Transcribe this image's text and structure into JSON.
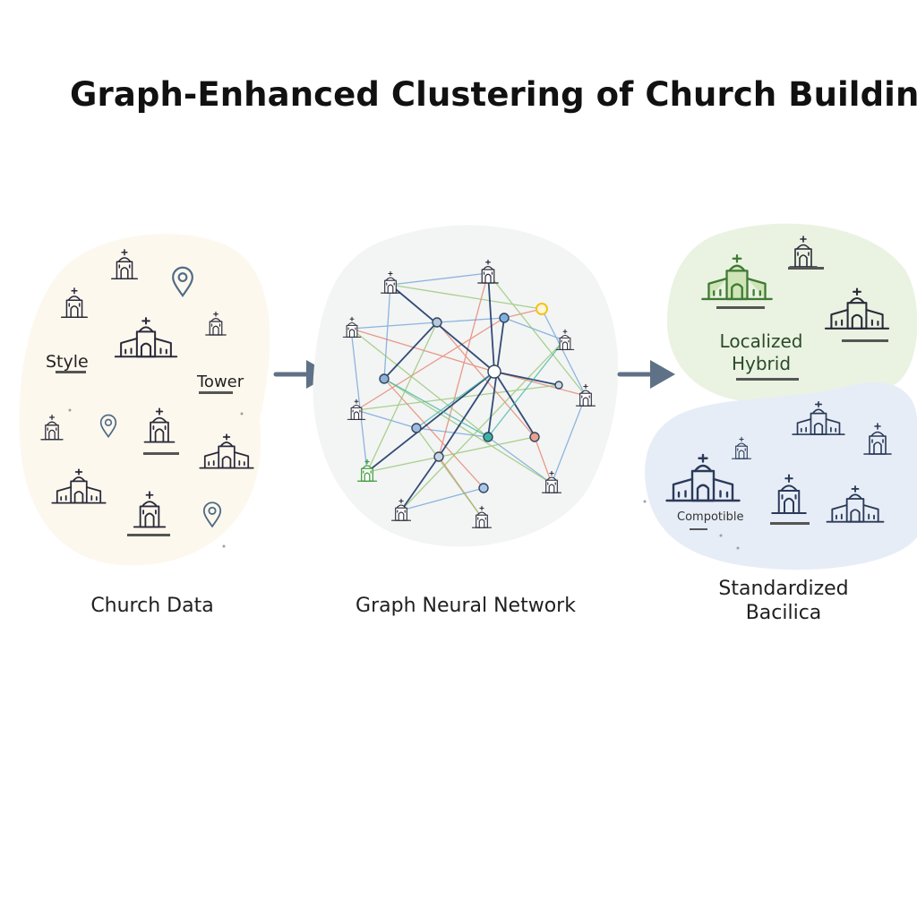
{
  "title": "Graph-Enhanced Clustering of Church Buildings",
  "stages": {
    "input": {
      "caption": "Church Data",
      "labels": [
        "Style",
        "Tower"
      ]
    },
    "model": {
      "caption": "Graph Neural Network"
    },
    "output": {
      "caption_line1": "Standardized",
      "caption_line2": "Bacilica",
      "cluster_a": {
        "line1": "Localized",
        "line2": "Hybrid"
      },
      "cluster_b": {
        "label": "Compotible"
      }
    }
  },
  "colors": {
    "input_blob": "#fdf8ee",
    "model_blob": "#f3f4f4",
    "cluster_a_blob": "#eaf3e1",
    "cluster_b_blob": "#e7edf6",
    "arrow": "#5e7186",
    "edge_blue": "#5f9bd6",
    "edge_red": "#e2735c",
    "edge_green": "#8fc46b",
    "edge_navy": "#1e3a6a",
    "edge_teal": "#3bb3a6",
    "highlight_yellow": "#f4c21b",
    "icon_stroke": "#2a2a3a"
  },
  "icons": [
    "church-icon",
    "location-pin-icon"
  ]
}
